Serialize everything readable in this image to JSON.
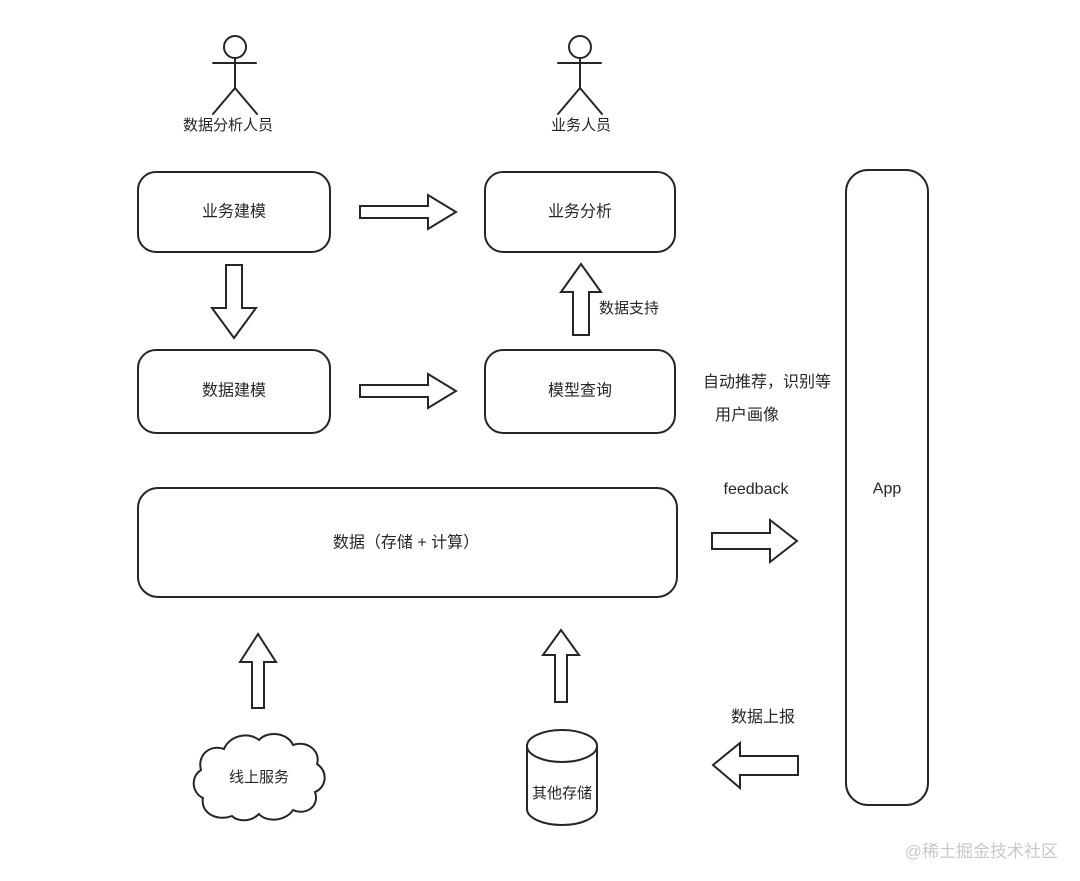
{
  "diagram": {
    "actors": {
      "analyst": "数据分析人员",
      "business": "业务人员"
    },
    "nodes": {
      "business_modeling": "业务建模",
      "business_analysis": "业务分析",
      "data_modeling": "数据建模",
      "model_query": "模型查询",
      "data_platform": "数据（存储 + 计算）",
      "app": "App",
      "online_service": "线上服务",
      "other_storage": "其他存储"
    },
    "labels": {
      "data_support": "数据支持",
      "auto_recommend": "自动推荐，识别等",
      "user_profile": "用户画像",
      "feedback": "feedback",
      "data_report": "数据上报"
    },
    "watermark": "@稀土掘金技术社区",
    "colors": {
      "stroke": "#262626",
      "background": "#ffffff",
      "watermark": "#c9c9c9"
    }
  }
}
